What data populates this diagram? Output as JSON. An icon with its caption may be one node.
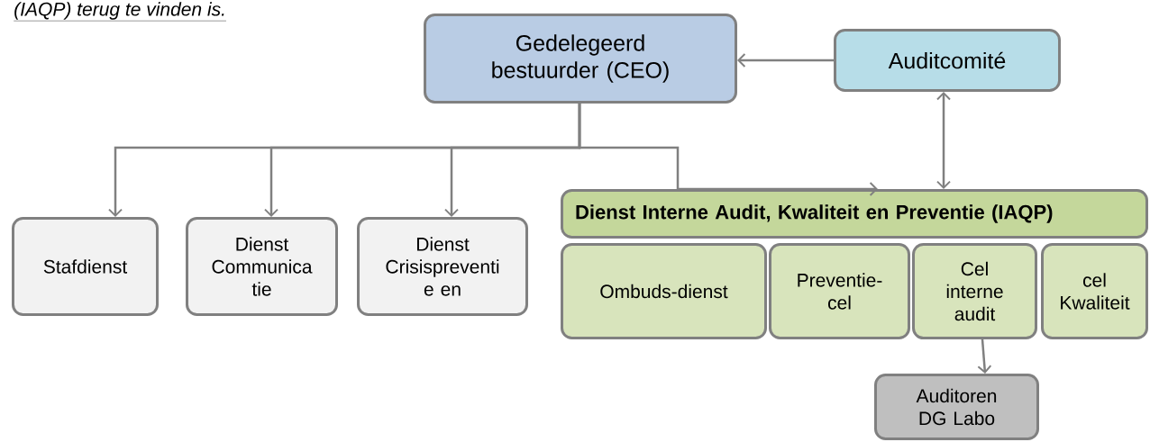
{
  "diagram": {
    "nodes": [
      {
        "text": [
          "Gedelegeerd bestuurder (CEO)"
        ]
      },
      {
        "text": [
          "Auditcomité"
        ]
      },
      {
        "text": [
          "Dienst Interne Audit, Kwaliteit en Preventie (IAQP)"
        ]
      },
      {
        "text": [
          "Stafdienst"
        ]
      },
      {
        "text": [
          "Dienst Communica tie"
        ]
      },
      {
        "text": [
          "Dienst Crisispreventi e en"
        ]
      },
      {
        "text": [
          "Ombuds-dienst"
        ]
      },
      {
        "text": [
          "Preventie- cel"
        ]
      },
      {
        "text": [
          "Cel interne audit"
        ]
      },
      {
        "text": [
          "cel Kwaliteit"
        ]
      },
      {
        "text": [
          "Auditoren DG Labo"
        ]
      }
    ],
    "edges": [
      {
        "from": 1,
        "to": 0,
        "arrow": "to"
      },
      {
        "from": 1,
        "to": 2,
        "arrow": "both"
      },
      {
        "from": 0,
        "to": 3,
        "arrow": "to"
      },
      {
        "from": 0,
        "to": 4,
        "arrow": "to"
      },
      {
        "from": 0,
        "to": 5,
        "arrow": "to"
      },
      {
        "from": 0,
        "to": 2,
        "arrow": "to"
      },
      {
        "from": 8,
        "to": 10,
        "arrow": "to"
      }
    ],
    "labels": [
      "(IAQP) terug te vinden is."
    ]
  }
}
